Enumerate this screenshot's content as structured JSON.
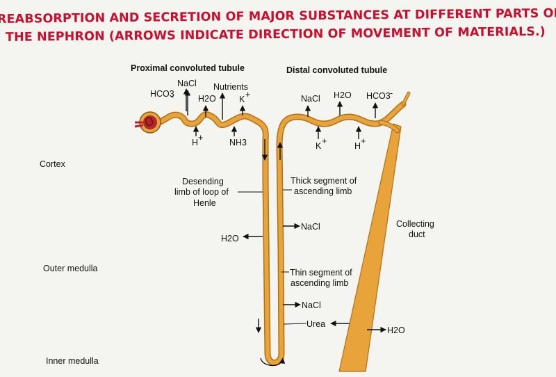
{
  "title": {
    "line1": "REABSORPTION AND SECRETION OF MAJOR SUBSTANCES AT DIFFERENT PARTS OF",
    "line2": "THE NEPHRON (ARROWS INDICATE DIRECTION OF MOVEMENT OF MATERIALS.)"
  },
  "colors": {
    "title": "#c8102e",
    "tubule": "#e8a33a",
    "glomerulus": "#b3262a"
  },
  "headings": {
    "proximal": "Proximal convoluted tubule",
    "distal": "Distal convoluted tubule"
  },
  "regions": {
    "cortex": "Cortex",
    "outer_medulla": "Outer medulla",
    "inner_medulla": "Inner medulla"
  },
  "proximal": {
    "hco3": "HCO3",
    "nacl": "NaCl",
    "h2o": "H2O",
    "nutrients": "Nutrients",
    "k": "K",
    "h": "H",
    "nh3": "NH3"
  },
  "distal": {
    "nacl": "NaCl",
    "h2o": "H2O",
    "hco3": "HCO3",
    "k": "K",
    "h": "H"
  },
  "loop": {
    "descending_line1": "Desending",
    "descending_line2": "limb of loop of",
    "descending_line3": "Henle",
    "h2o": "H2O",
    "thick_line1": "Thick segment of",
    "thick_line2": "ascending limb",
    "thick_nacl": "NaCl",
    "thin_line1": "Thin segment of",
    "thin_line2": "ascending limb",
    "thin_nacl": "NaCl",
    "urea": "Urea"
  },
  "collecting": {
    "line1": "Collecting",
    "line2": "duct",
    "h2o": "H2O"
  }
}
